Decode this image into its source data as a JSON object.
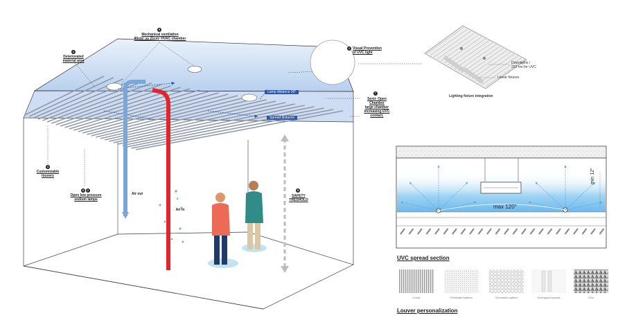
{
  "labels": {
    "deteriorated": "Deteriorated\nmaterial area",
    "mechanical": "Mechanical ventilation\n80cm² vs 21cm² HVAC chamber",
    "visual_prevention": "Visual Prevention\nof UVC light",
    "semi_open": "Semi- Open\nChamber\nlarge chamber\nincreasing UVC\ncontact.",
    "customizable": "Customizable\nlouvers",
    "open_low": "Open low pressure\nsodium lamps",
    "safety": "SAFETY\nTRESHOLD",
    "air_out": "Air out",
    "air_in": "Air in",
    "lamp_distance": "Lamp distance 30\"",
    "spread_distance": "Spread distance",
    "downlights": "Downlights /\n222 nm for UVC",
    "linear_fixtures": "Linear fixtures",
    "lighting_integration": "Lighting fixture integration"
  },
  "markers": {
    "m4": "4",
    "m5": "5",
    "m1": "1",
    "m7": "7",
    "m3": "3",
    "m6": "6",
    "m2": "2",
    "m8": "8"
  },
  "section": {
    "title": "UVC spread section",
    "max_label": "max 120°",
    "min_label": "min 12\""
  },
  "louver": {
    "title": "Louver personalization",
    "options": [
      "Linear",
      "Perforated pattern",
      "Geometric pattern",
      "Overlapped panels",
      "Grid"
    ]
  },
  "colors": {
    "air_out": "#7aa6d8",
    "air_in": "#e0262a",
    "accent_blue": "#2b55a6",
    "glow": "#a9d6f2"
  }
}
